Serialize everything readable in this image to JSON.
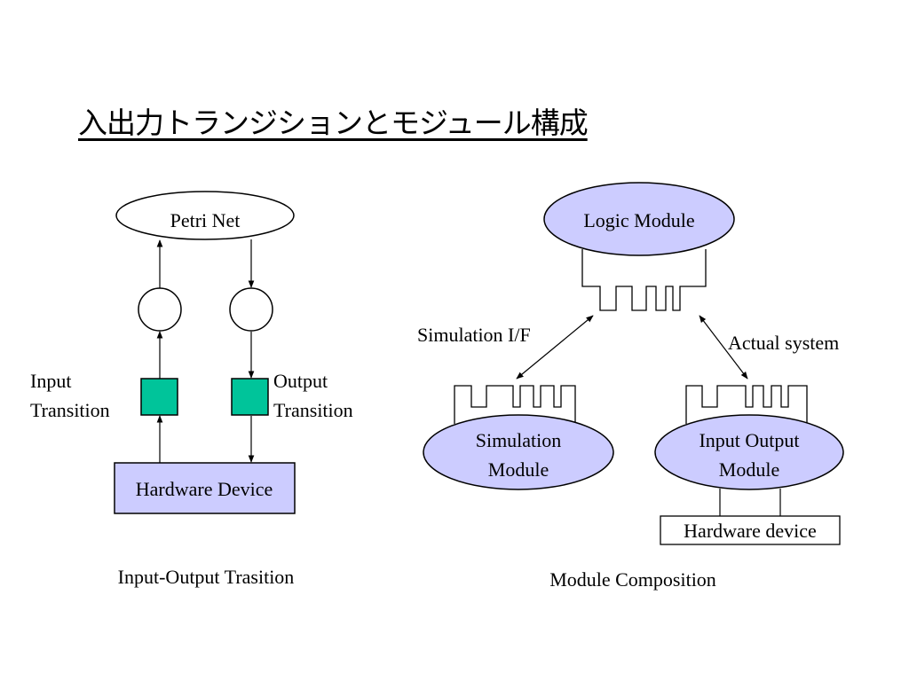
{
  "title": "入出力トランジションとモジュール構成",
  "left_diagram": {
    "petri_net": "Petri Net",
    "input_transition": [
      "Input",
      "Transition"
    ],
    "output_transition": [
      "Output",
      "Transition"
    ],
    "hardware_device": "Hardware Device",
    "caption": "Input-Output Trasition"
  },
  "right_diagram": {
    "logic_module": "Logic Module",
    "simulation_if": "Simulation I/F",
    "actual_system": "Actual system",
    "simulation_module": [
      "Simulation",
      "Module"
    ],
    "io_module": [
      "Input Output",
      "Module"
    ],
    "hardware_device": "Hardware device",
    "caption": "Module Composition"
  },
  "colors": {
    "transition_fill": "#00c49a",
    "module_fill": "#ccccff",
    "hardware_fill": "#ccccff",
    "line": "#000000"
  }
}
